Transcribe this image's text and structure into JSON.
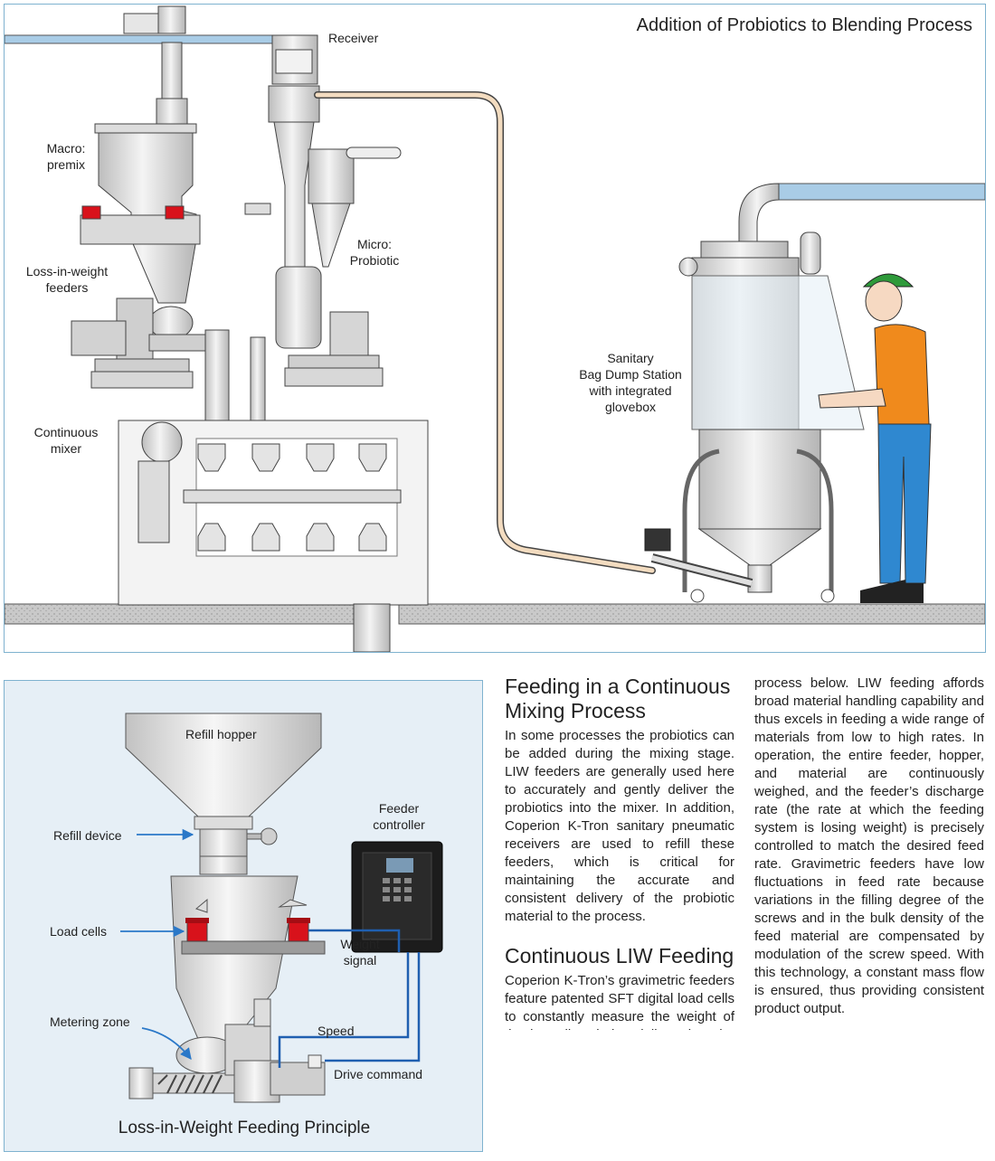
{
  "top_diagram": {
    "title": "Addition of Probiotics to Blending Process",
    "labels": {
      "receiver": "Receiver",
      "macro_line1": "Macro:",
      "macro_line2": "premix",
      "micro_line1": "Micro:",
      "micro_line2": "Probiotic",
      "liw_line1": "Loss-in-weight",
      "liw_line2": "feeders",
      "mixer_line1": "Continuous",
      "mixer_line2": "mixer",
      "bag_line1": "Sanitary",
      "bag_line2": "Bag Dump Station",
      "bag_line3": "with integrated",
      "bag_line4": "glovebox"
    },
    "colors": {
      "pipe": "#a9cce6",
      "hose": "#f3dcc0",
      "hardhat": "#2e9a3a",
      "shirt": "#f08a1c",
      "jeans": "#2f88d0",
      "load_cell": "#d8121b"
    }
  },
  "bottom_diagram": {
    "caption": "Loss-in-Weight Feeding Principle",
    "labels": {
      "refill_hopper": "Refill hopper",
      "refill_device": "Refill device",
      "feeder_line1": "Feeder",
      "feeder_line2": "controller",
      "load_cells": "Load cells",
      "weight_line1": "Weight",
      "weight_line2": "signal",
      "metering_zone": "Metering zone",
      "speed": "Speed",
      "drive_command": "Drive command"
    },
    "colors": {
      "background": "#e6eff6",
      "signal_line": "#1f5fb0",
      "arrow": "#2a78c8"
    }
  },
  "article": {
    "heading1": "Feeding in a Continuous Mixing Process",
    "para1": "In some processes the probiotics can be added during the mixing stage. LIW feeders are generally used here to accurately and gently deliver the probiotics into the mixer. In addition, Coperion K-Tron sanitary pneumatic receivers are used to refill these feeders, which is critical for maintaining the accurate and consistent delivery of the probiotic material to the process.",
    "heading2": "Continuous LIW Feeding",
    "para2": "Coperion K-Tron’s gravimetric feeders feature patented SFT digital load cells to constantly measure the weight of the ingredient being delivered to the process below. LIW feeding affords broad material handling capability and thus excels in feeding a wide range of materials from low to high rates. In operation, the entire feeder, hopper, and material are continuously weighed, and the feeder’s discharge rate (the rate at which the feeding system is losing weight) is precisely controlled to match the desired feed rate. Gravimetric feeders have low fluctuations in feed rate because variations in the filling degree of the screws and in the bulk density of the feed material are compensated by modulation of the screw speed. With this technology, a constant mass flow is ensured, thus providing consistent product output."
  }
}
